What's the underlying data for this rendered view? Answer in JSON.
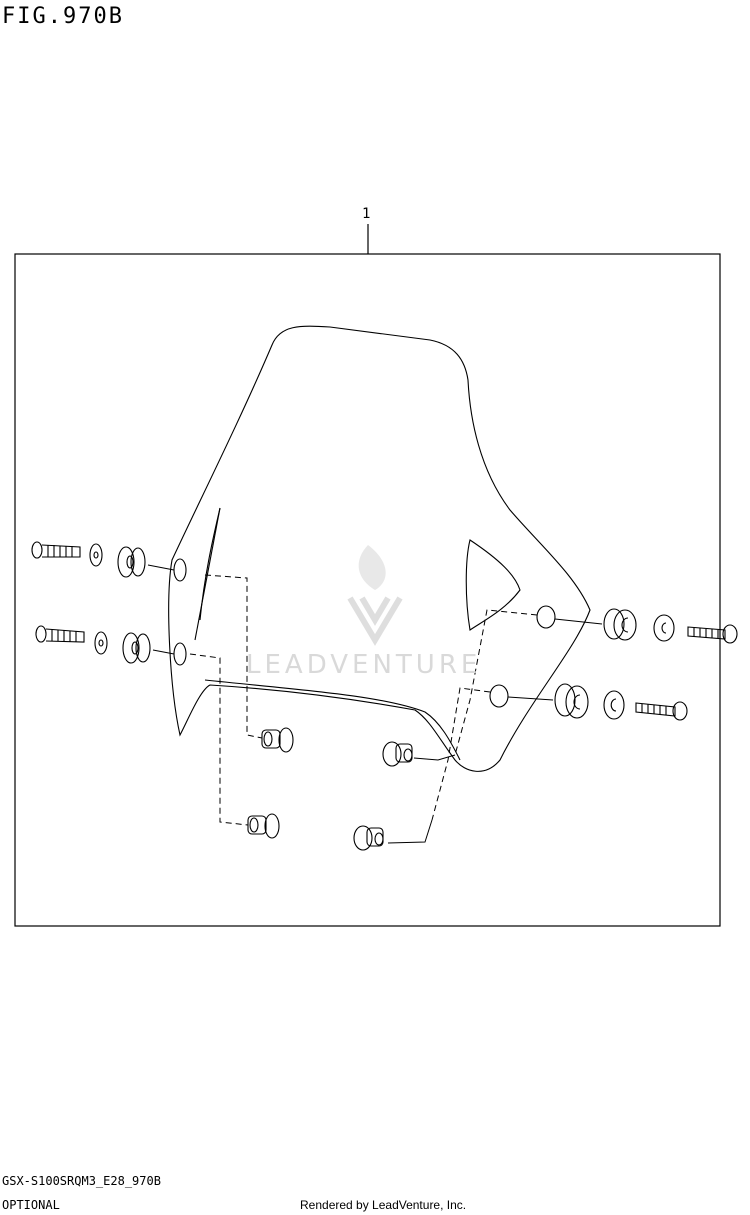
{
  "header": {
    "fig_label": "FIG.970B"
  },
  "diagram": {
    "callouts": [
      {
        "label": "1"
      }
    ]
  },
  "watermark": {
    "text": "LEADVENTURE"
  },
  "footer": {
    "model_code": "GSX-S100SRQM3_E28_970B",
    "category": "OPTIONAL",
    "rendered_by": "Rendered by LeadVenture, Inc."
  }
}
